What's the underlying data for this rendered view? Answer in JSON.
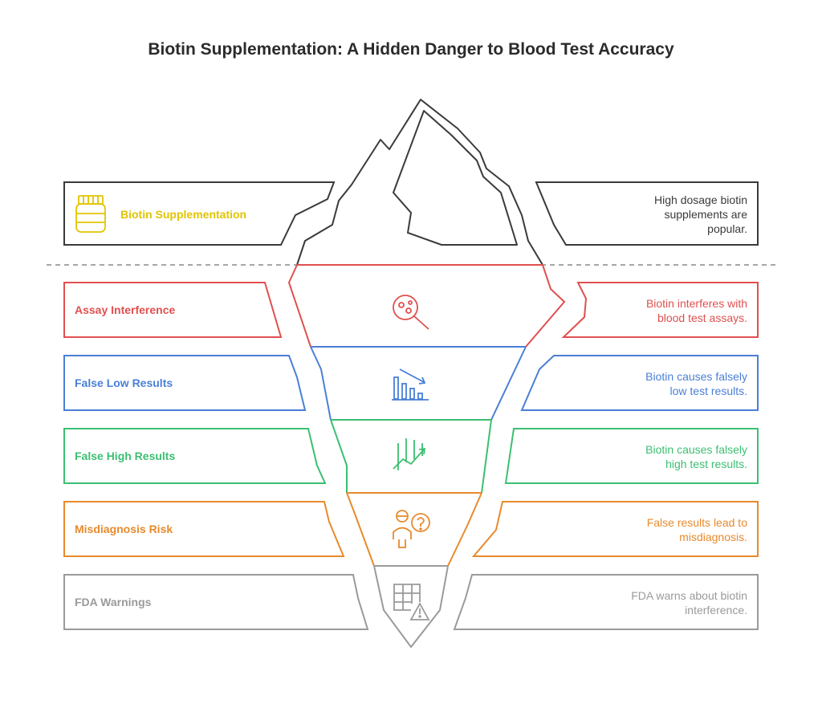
{
  "title": "Biotin Supplementation: A Hidden Danger to Blood Test Accuracy",
  "layers": [
    {
      "label": "Biotin Supplementation",
      "desc_line1": "High dosage biotin",
      "desc_line2": "supplements are",
      "desc_line3": "popular.",
      "color": "#e2c400",
      "icon": "supplement-jar-icon"
    },
    {
      "label": "Assay Interference",
      "desc_line1": "Biotin interferes with",
      "desc_line2": "blood test assays.",
      "color": "#e0504f",
      "icon": "magnifier-icon"
    },
    {
      "label": "False Low Results",
      "desc_line1": "Biotin causes falsely",
      "desc_line2": "low test results.",
      "color": "#4a7fd6",
      "icon": "declining-bars-icon"
    },
    {
      "label": "False High Results",
      "desc_line1": "Biotin causes falsely",
      "desc_line2": "high test results.",
      "color": "#3bbf72",
      "icon": "rising-chart-icon"
    },
    {
      "label": "Misdiagnosis Risk",
      "desc_line1": "False results lead to",
      "desc_line2": "misdiagnosis.",
      "color": "#e88a2c",
      "icon": "person-question-icon"
    },
    {
      "label": "FDA Warnings",
      "desc_line1": "FDA warns about biotin",
      "desc_line2": "interference.",
      "color": "#9a9a9a",
      "icon": "table-warning-icon"
    }
  ],
  "colors": {
    "outline": "#3a3a3a",
    "waterline": "#8a8a8a"
  }
}
